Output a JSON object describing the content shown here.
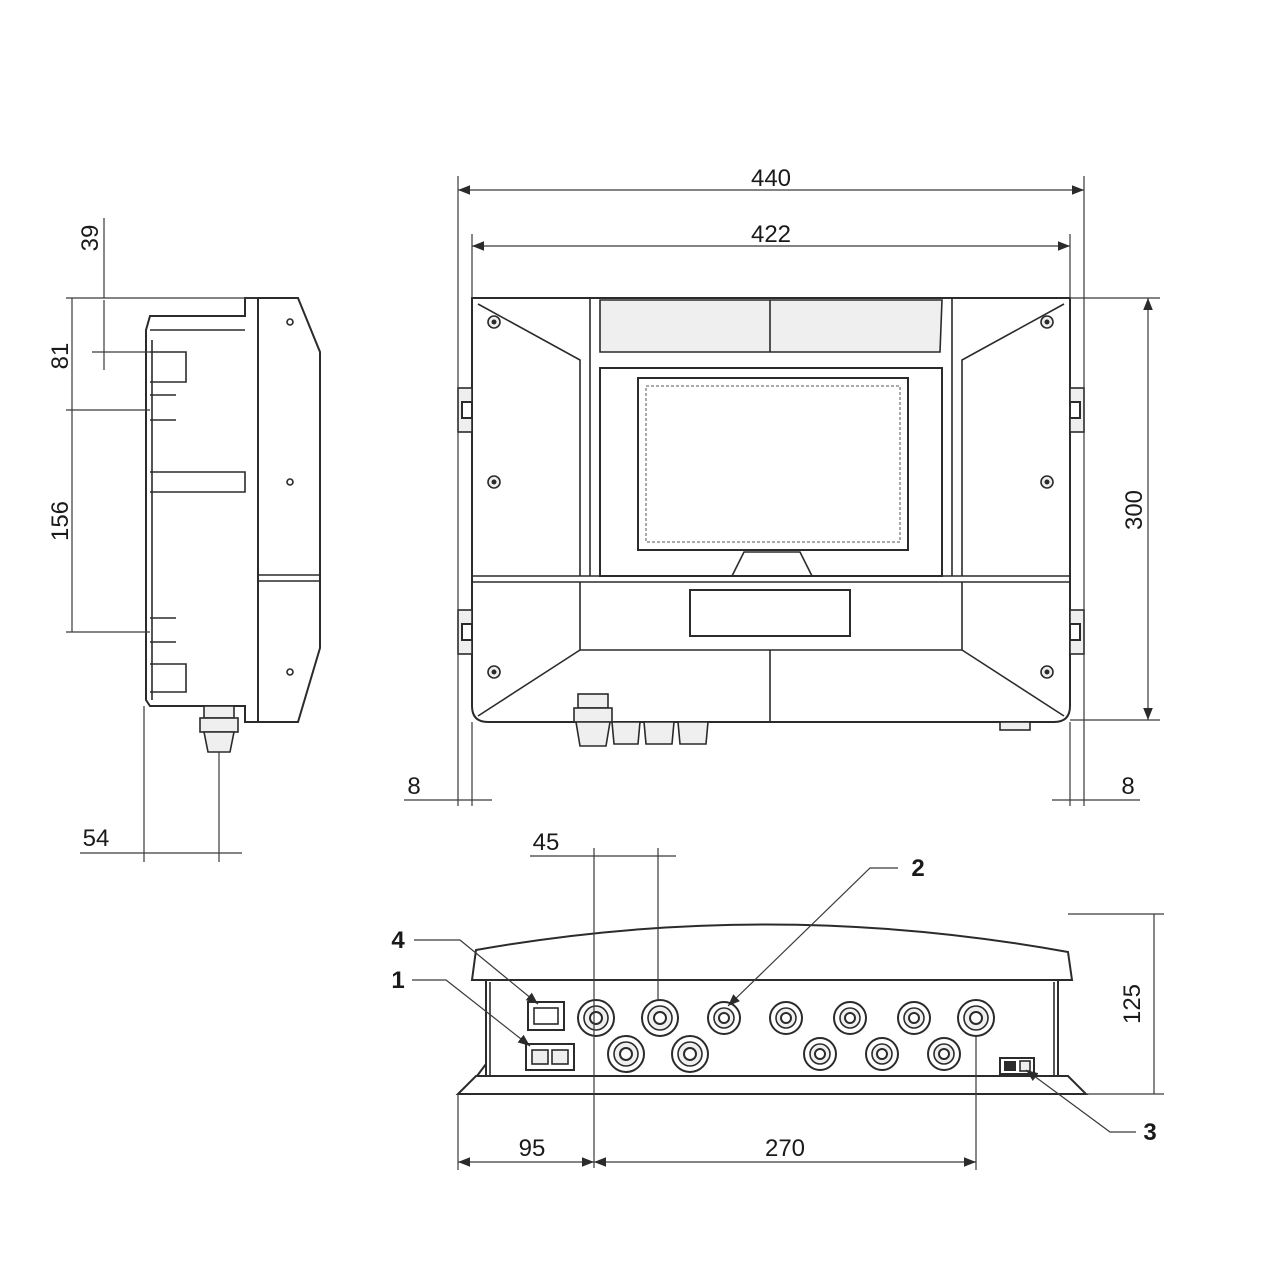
{
  "dimensions": {
    "overall_width": "440",
    "inner_width": "422",
    "height": "300",
    "left_gap": "8",
    "right_gap": "8",
    "side_top": "39",
    "side_upper": "81",
    "side_middle": "156",
    "side_depth": "54",
    "bottom_spacing": "45",
    "bottom_left": "95",
    "bottom_span": "270",
    "bottom_height": "125"
  },
  "callouts": {
    "c1": "1",
    "c2": "2",
    "c3": "3",
    "c4": "4"
  },
  "colors": {
    "line": "#2b2b2b",
    "fill": "#efefef"
  }
}
